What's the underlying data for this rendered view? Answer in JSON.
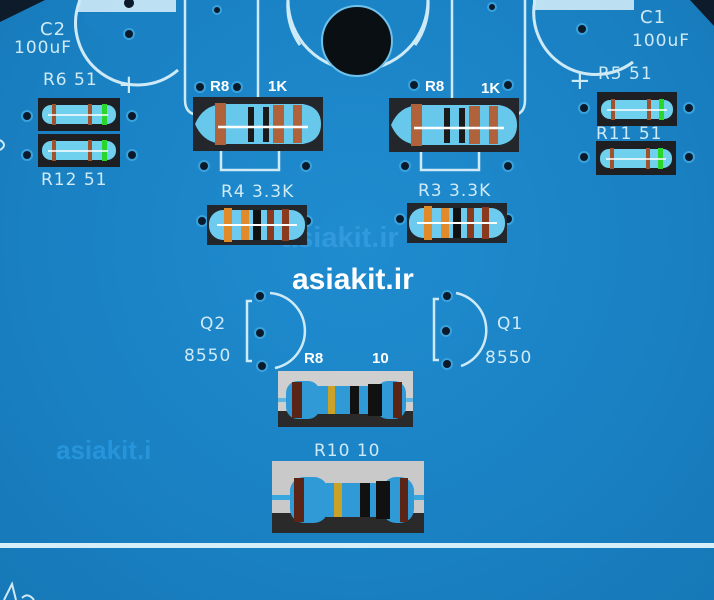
{
  "board": {
    "pcb_color": "#1a82c4",
    "silkscreen_color": "#cfeaf7"
  },
  "silkscreen": {
    "c2_ref": "C2",
    "c2_value": "100uF",
    "c1_ref": "C1",
    "c1_value": "100uF",
    "r6": "R6   51",
    "r12": "R12   51",
    "r5": "R5   51",
    "r11": "R11   51",
    "r4": "R4 3.3K",
    "r3": "R3 3.3K",
    "q2_ref": "Q2",
    "q2_value": "8550",
    "q1_ref": "Q1",
    "q1_value": "8550",
    "r10": "R10 10",
    "plus_left": "+",
    "plus_right": "+"
  },
  "labels": {
    "r8_left_ref": "R8",
    "r8_left_value": "1K",
    "r8_right_ref": "R8",
    "r8_right_value": "1K",
    "r8_center_ref": "R8",
    "r8_center_value": "10"
  },
  "watermarks": {
    "main": "asiakit.ir",
    "faint_center": "asiakit.ir",
    "faint_left": "asiakit.i"
  },
  "resistors": [
    {
      "name": "R6",
      "value": "51",
      "bands": [
        "#a0522d",
        "#a0522d",
        "#2bd62b"
      ]
    },
    {
      "name": "R12",
      "value": "51",
      "bands": [
        "#a0522d",
        "#a0522d",
        "#2bd62b"
      ]
    },
    {
      "name": "R5",
      "value": "51",
      "bands": [
        "#a0522d",
        "#a0522d",
        "#2bd62b"
      ]
    },
    {
      "name": "R11",
      "value": "51",
      "bands": [
        "#a0522d",
        "#a0522d",
        "#2bd62b"
      ]
    },
    {
      "name": "R8-left",
      "value": "1K",
      "bands": [
        "#b0623a",
        "#1a1a1a",
        "#1a1a1a",
        "#b0623a",
        "#b0623a"
      ]
    },
    {
      "name": "R8-right",
      "value": "1K",
      "bands": [
        "#b0623a",
        "#1a1a1a",
        "#1a1a1a",
        "#b0623a",
        "#b0623a"
      ]
    },
    {
      "name": "R4",
      "value": "3.3K",
      "bands": [
        "#e08a2a",
        "#e08a2a",
        "#111111",
        "#8b3a1e",
        "#8b3a1e"
      ]
    },
    {
      "name": "R3",
      "value": "3.3K",
      "bands": [
        "#e08a2a",
        "#e08a2a",
        "#111111",
        "#8b3a1e",
        "#8b3a1e"
      ]
    },
    {
      "name": "R8-center",
      "value": "10",
      "bands": [
        "#5a2416",
        "#c9a227",
        "#111111",
        "#111111",
        "#5a2416"
      ]
    },
    {
      "name": "R10",
      "value": "10",
      "bands": [
        "#5a2416",
        "#c9a227",
        "#111111",
        "#111111",
        "#5a2416"
      ]
    }
  ]
}
